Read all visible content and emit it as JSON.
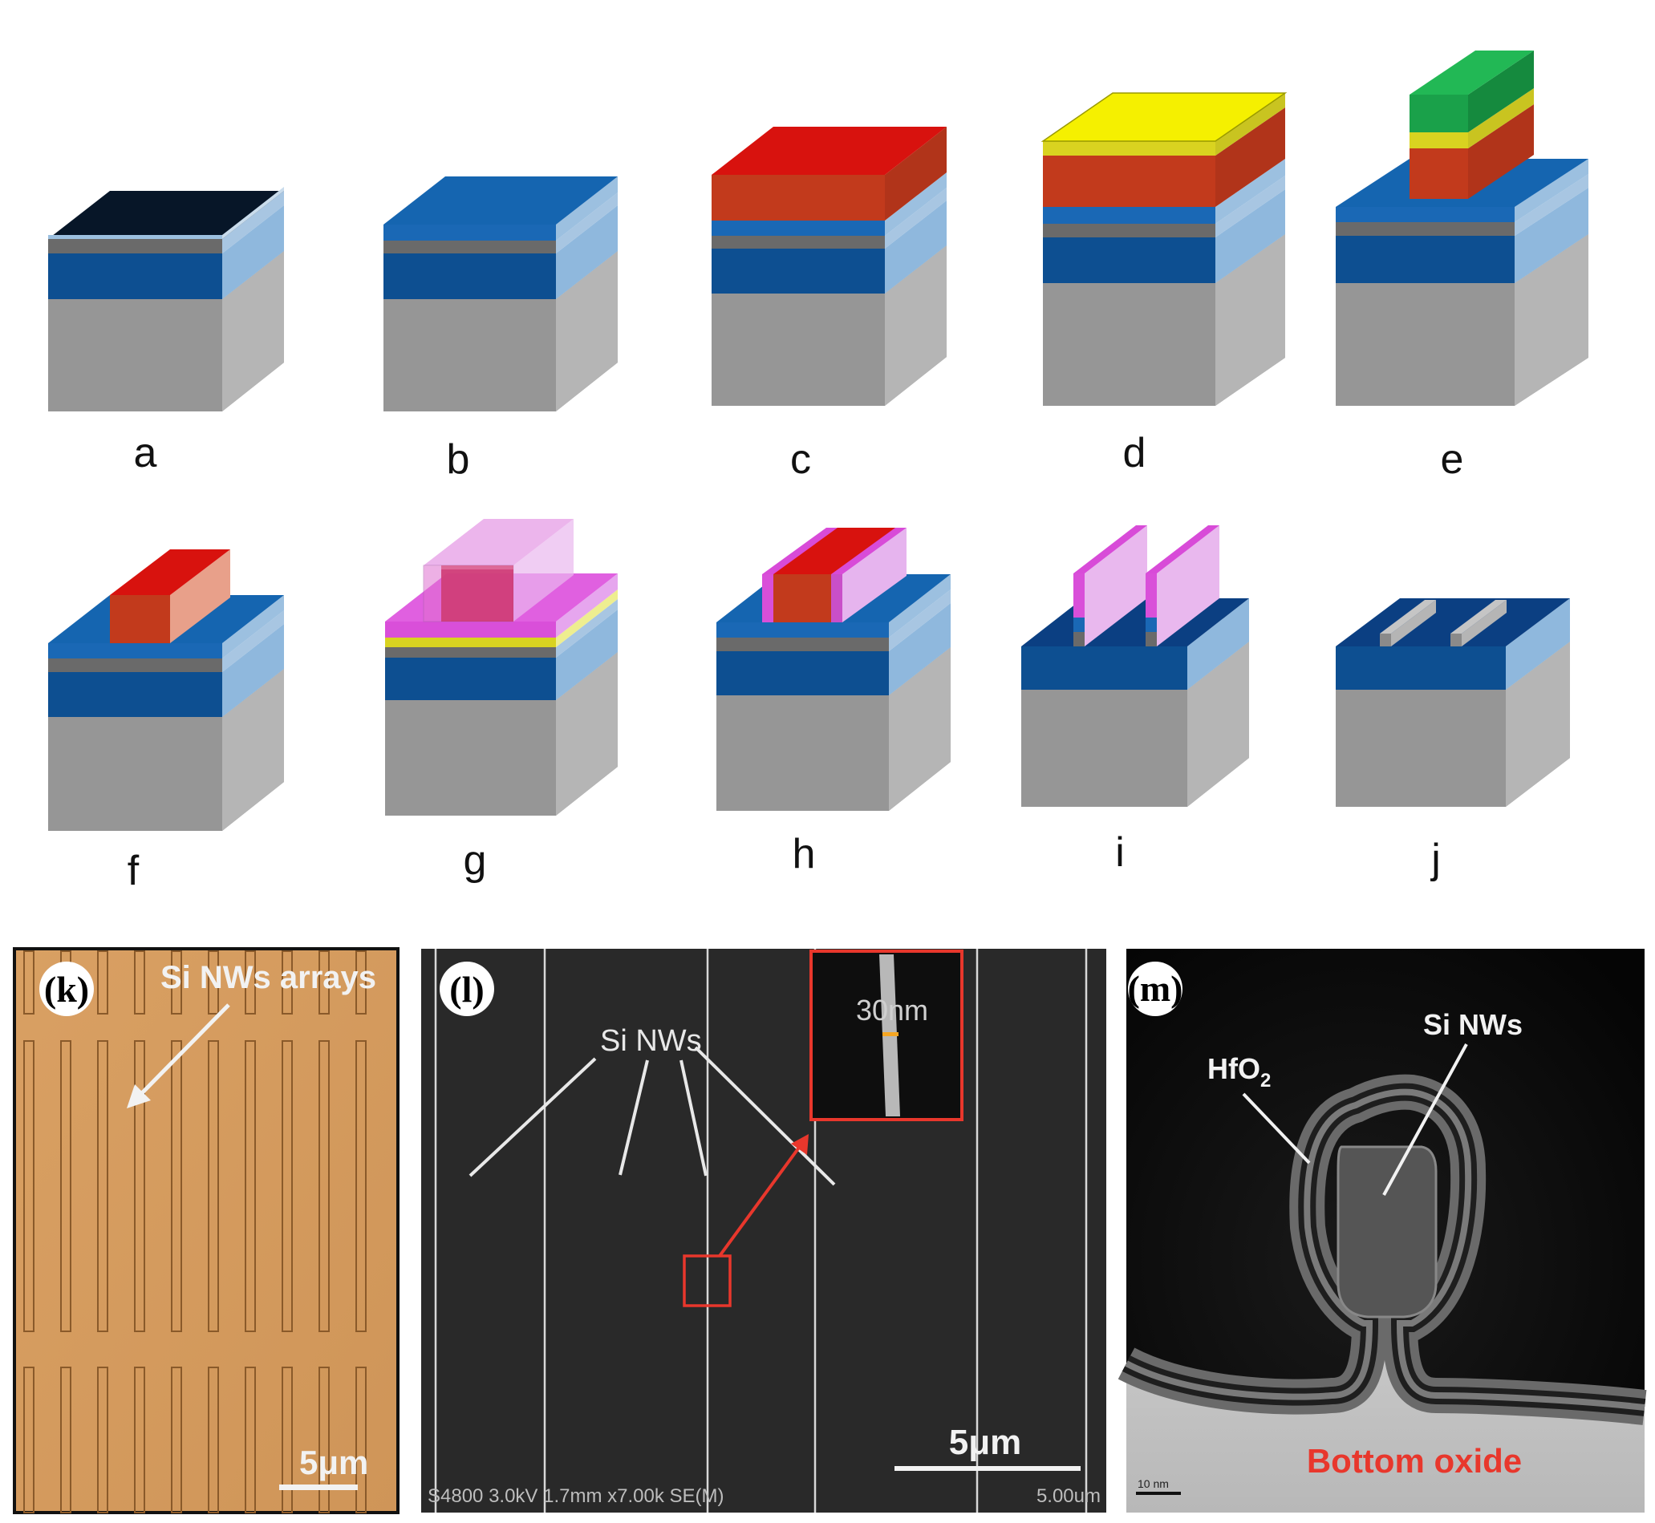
{
  "step_labels": [
    "a",
    "b",
    "c",
    "d",
    "e",
    "f",
    "g",
    "h",
    "i",
    "j"
  ],
  "panel_k": {
    "badge": "(k)",
    "annotation": "Si NWs arrays",
    "scale_bar": "5μm"
  },
  "panel_l": {
    "badge": "(l)",
    "annotation": "Si NWs",
    "inset_label": "30nm",
    "scale_bar": "5μm",
    "sem_info": "S4800 3.0kV 1.7mm x7.00k SE(M)",
    "sem_scale": "5.00um"
  },
  "panel_m": {
    "badge": "(m)",
    "label_nw": "Si NWs",
    "label_hfo2_main": "HfO",
    "label_hfo2_sub": "2",
    "label_oxide": "Bottom oxide",
    "scale_bar": "10 nm"
  },
  "colors": {
    "substrate": "#9a9a9a",
    "box_oxide": "#0d4f91",
    "thin_layer": "#6a6a6a",
    "top_dielectric": "#1a68b5",
    "photoresist": "#c23a1c",
    "resist_top": "#d8120e",
    "yellow_layer": "#f2ee0a",
    "green_mask": "#1aa14a",
    "spacer": "#e060e0",
    "annotation_red": "#e8372c"
  }
}
